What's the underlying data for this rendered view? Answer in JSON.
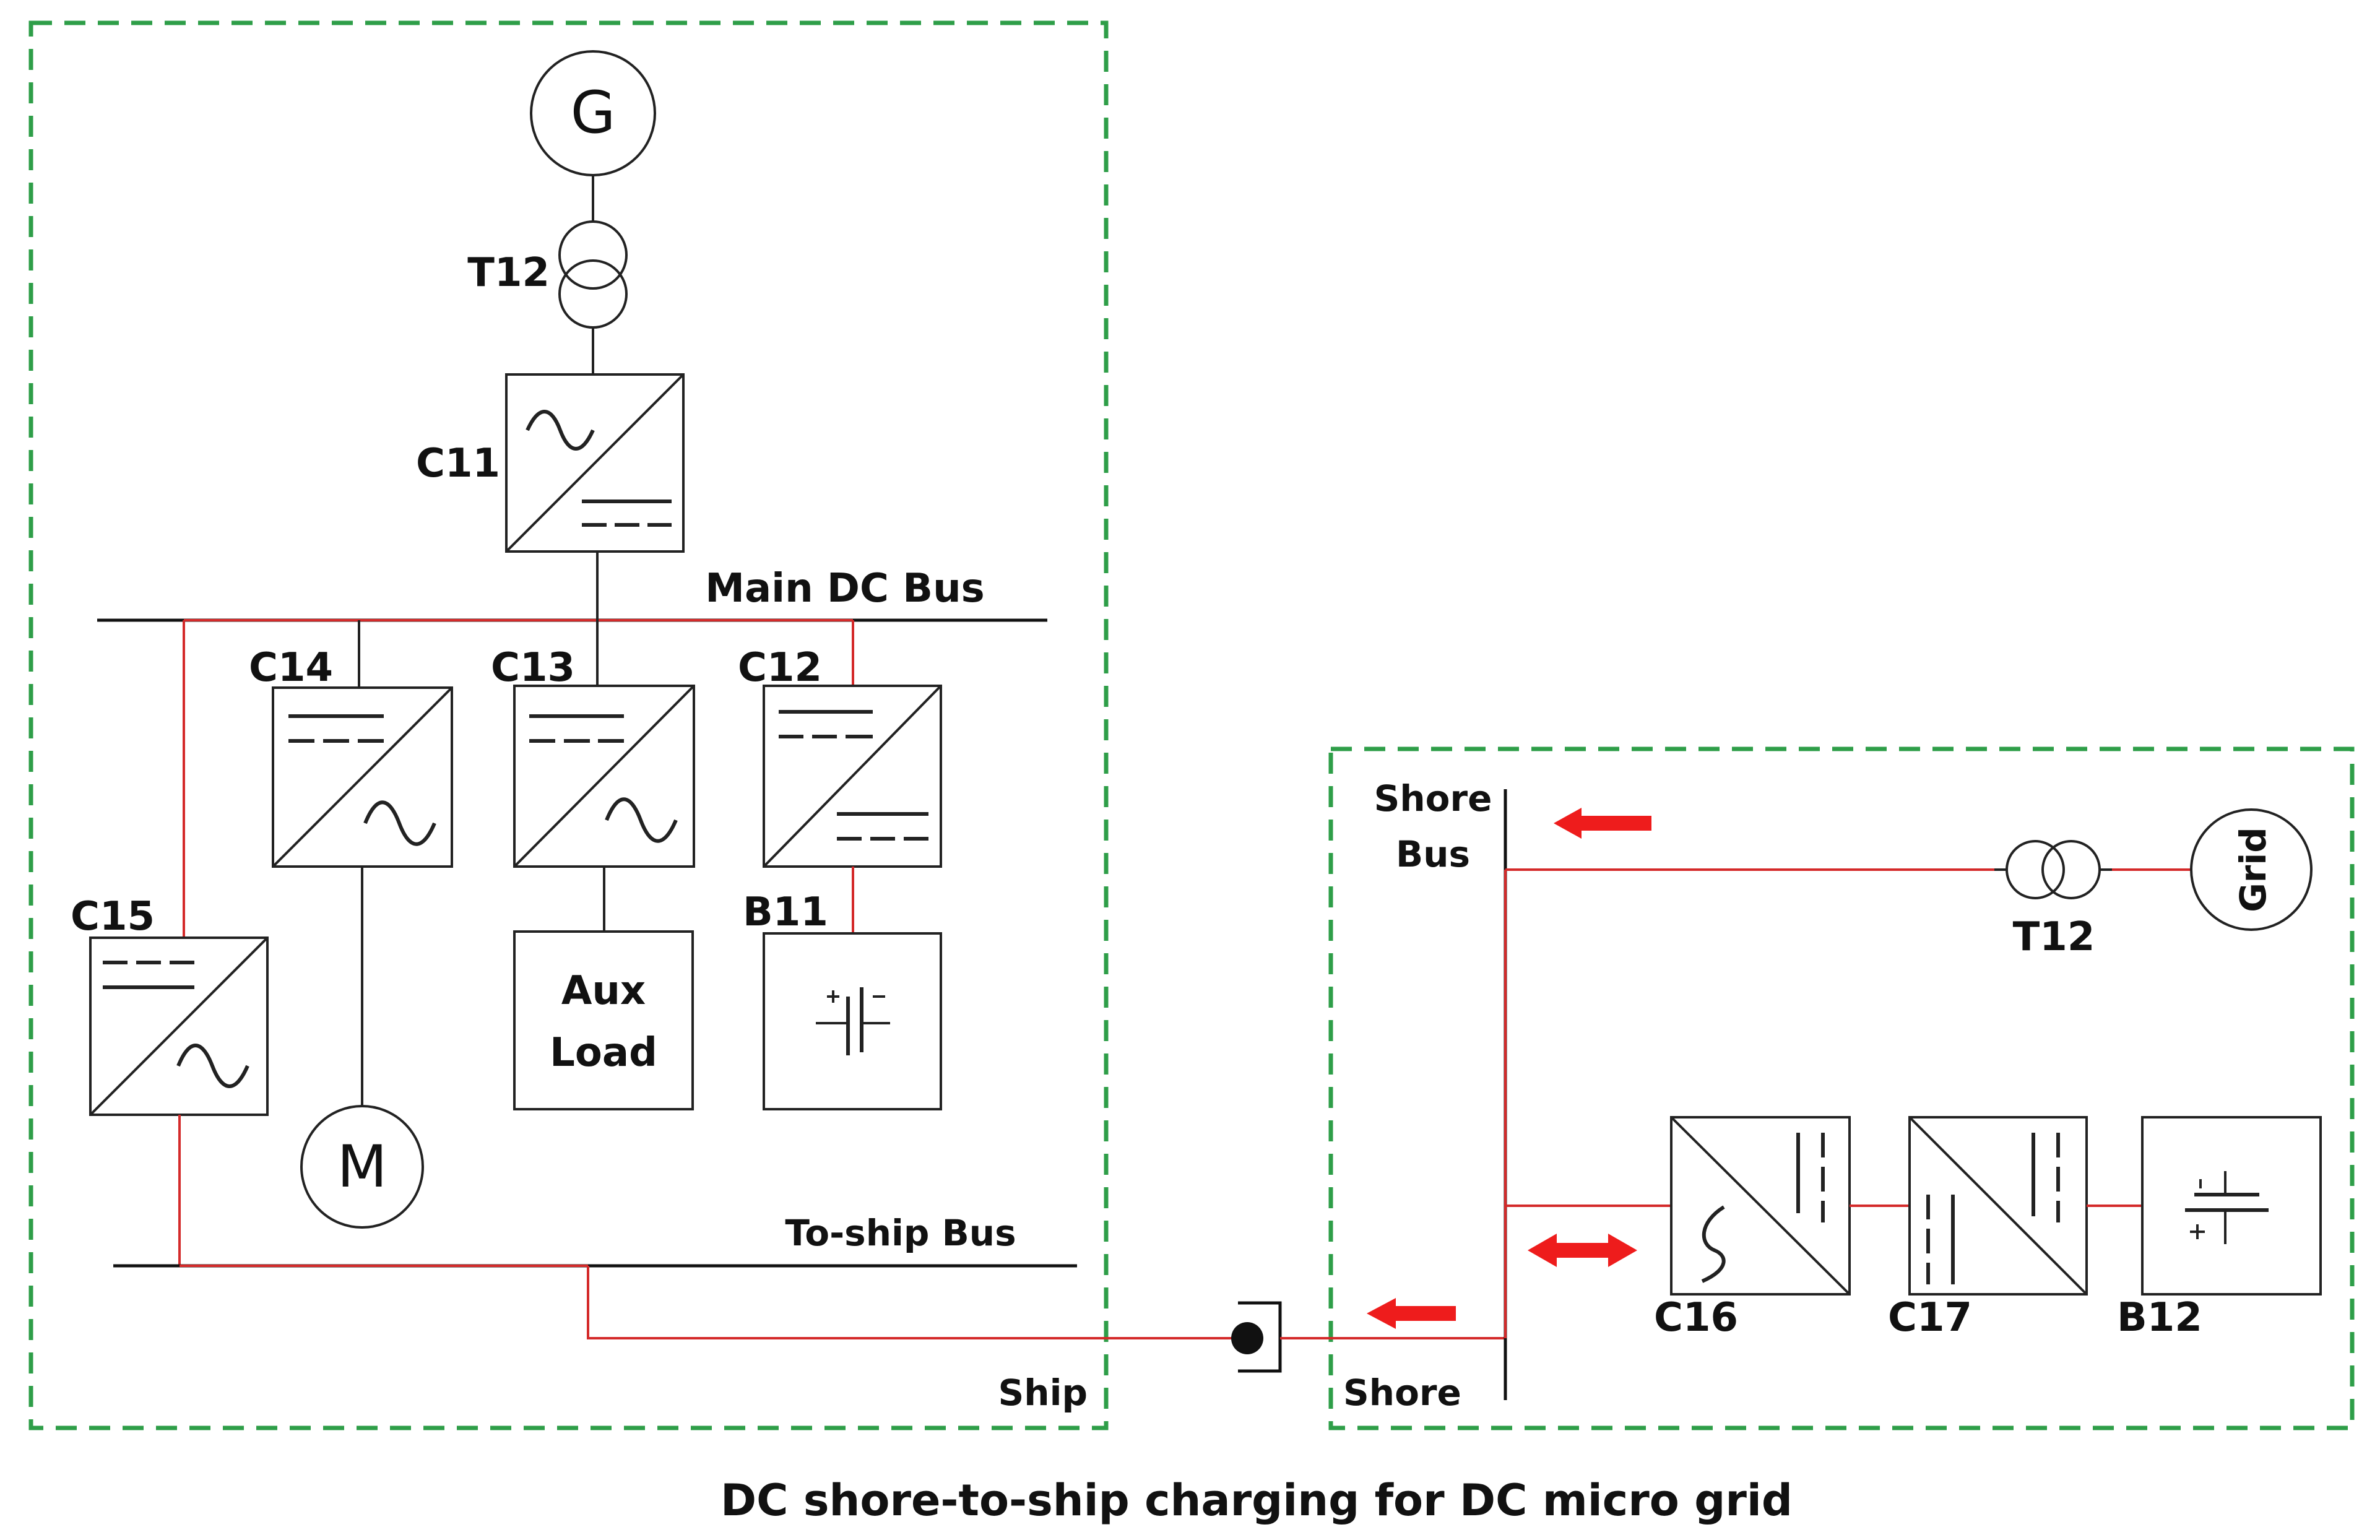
{
  "ship": {
    "zone_label": "Ship",
    "generator_symbol": "G",
    "transformer_label": "T12",
    "main_bus_label": "Main DC Bus",
    "to_ship_bus_label": "To-ship Bus",
    "motor_symbol": "M",
    "aux_load_line1": "Aux",
    "aux_load_line2": "Load",
    "battery_label": "B11",
    "converters": {
      "c11": "C11",
      "c12": "C12",
      "c13": "C13",
      "c14": "C14",
      "c15": "C15"
    }
  },
  "shore": {
    "zone_label": "Shore",
    "bus_label_line1": "Shore",
    "bus_label_line2": "Bus",
    "transformer_label": "T12",
    "grid_label": "Grid",
    "battery_label": "B12",
    "converters": {
      "c16": "C16",
      "c17": "C17"
    }
  },
  "caption": "DC shore-to-ship charging for DC micro grid",
  "colors": {
    "power_flow": "#d42a2a",
    "flow_arrow": "#ee1c1c",
    "zone_border": "#2e9e48"
  }
}
